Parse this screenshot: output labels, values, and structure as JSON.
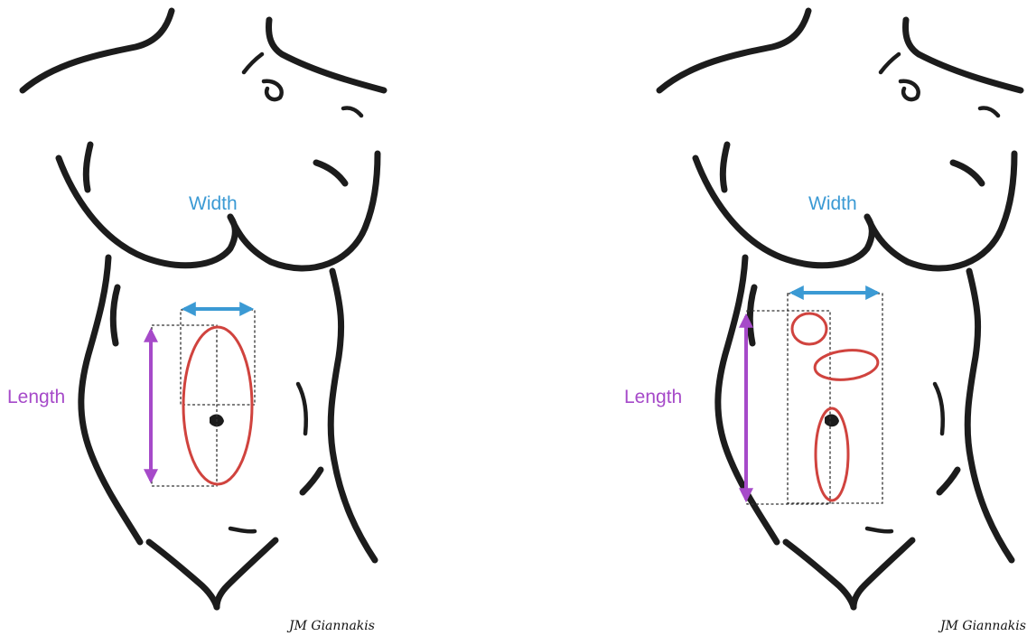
{
  "figures": [
    {
      "width_label": "Width",
      "length_label": "Length",
      "signature": "JM Giannakis"
    },
    {
      "width_label": "Width",
      "length_label": "Length",
      "signature": "JM Giannakis"
    }
  ],
  "colors": {
    "width_arrow": "#3b9ad4",
    "length_arrow": "#a64ac9",
    "wound_outline": "#d0433e",
    "body_outline": "#1c1c1c"
  }
}
